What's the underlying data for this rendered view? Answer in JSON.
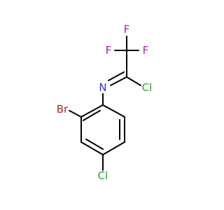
{
  "molecule": {
    "atoms": {
      "f_top": {
        "symbol": "F",
        "color": "#b319b3"
      },
      "f_left": {
        "symbol": "F",
        "color": "#b319b3"
      },
      "f_right": {
        "symbol": "F",
        "color": "#b319b3"
      },
      "n_imine": {
        "symbol": "N",
        "color": "#3333cc"
      },
      "cl_imidoyl": {
        "symbol": "Cl",
        "color": "#2f9e2f"
      },
      "br_ring": {
        "symbol": "Br",
        "color": "#a52a2a"
      },
      "cl_ring": {
        "symbol": "Cl",
        "color": "#2f9e2f"
      }
    },
    "bond_color": "#000000"
  }
}
